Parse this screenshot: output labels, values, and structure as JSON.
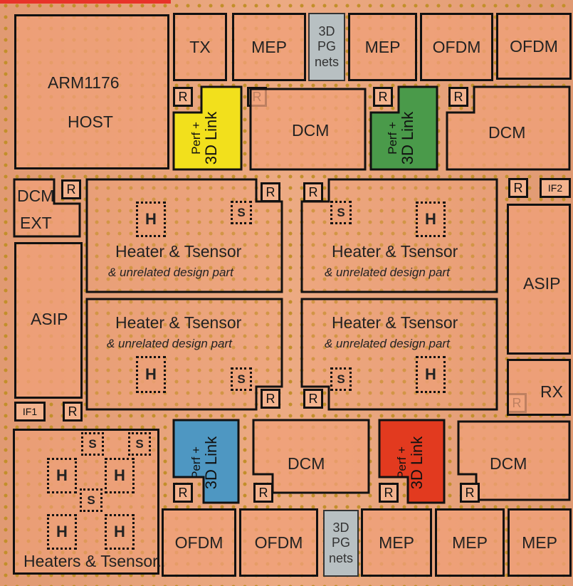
{
  "colors": {
    "die": "#e9a57e",
    "accent": "#e8332a",
    "yellow_link": "#f2e01c",
    "green_link": "#4a9a4a",
    "blue_link": "#4e97c2",
    "red_link": "#e23a1f",
    "pg": "#b8c0c2"
  },
  "top": {
    "tx": "TX",
    "mep1": "MEP",
    "pg_lines": [
      "3D",
      "PG",
      "nets"
    ],
    "mep2": "MEP",
    "ofdm1": "OFDM",
    "ofdm2": "OFDM"
  },
  "host": {
    "line1": "ARM1176",
    "line2": "HOST"
  },
  "links": {
    "tl": {
      "line1": "Perf +",
      "line2": "3D Link"
    },
    "tr": {
      "line1": "Perf +",
      "line2": "3D Link"
    },
    "bl": {
      "line1": "Perf +",
      "line2": "3D Link"
    },
    "br": {
      "line1": "Perf +",
      "line2": "3D Link"
    }
  },
  "dcm": {
    "top_center": "DCM",
    "top_right": "DCM",
    "bottom_center": "DCM",
    "bottom_right": "DCM",
    "ext_line1": "DCM",
    "ext_line2": "EXT"
  },
  "r": "R",
  "if1": "IF1",
  "if2": "IF2",
  "asip_left": "ASIP",
  "asip_right": "ASIP",
  "rx": "RX",
  "quadrant": {
    "title": "Heater & Tsensor",
    "subtitle": "& unrelated design part"
  },
  "h": "H",
  "s": "S",
  "bottom": {
    "ofdm1": "OFDM",
    "ofdm2": "OFDM",
    "pg_lines": [
      "3D",
      "PG",
      "nets"
    ],
    "mep1": "MEP",
    "mep2": "MEP",
    "mep3": "MEP"
  },
  "heaters_label": "Heaters & Tsensor.."
}
